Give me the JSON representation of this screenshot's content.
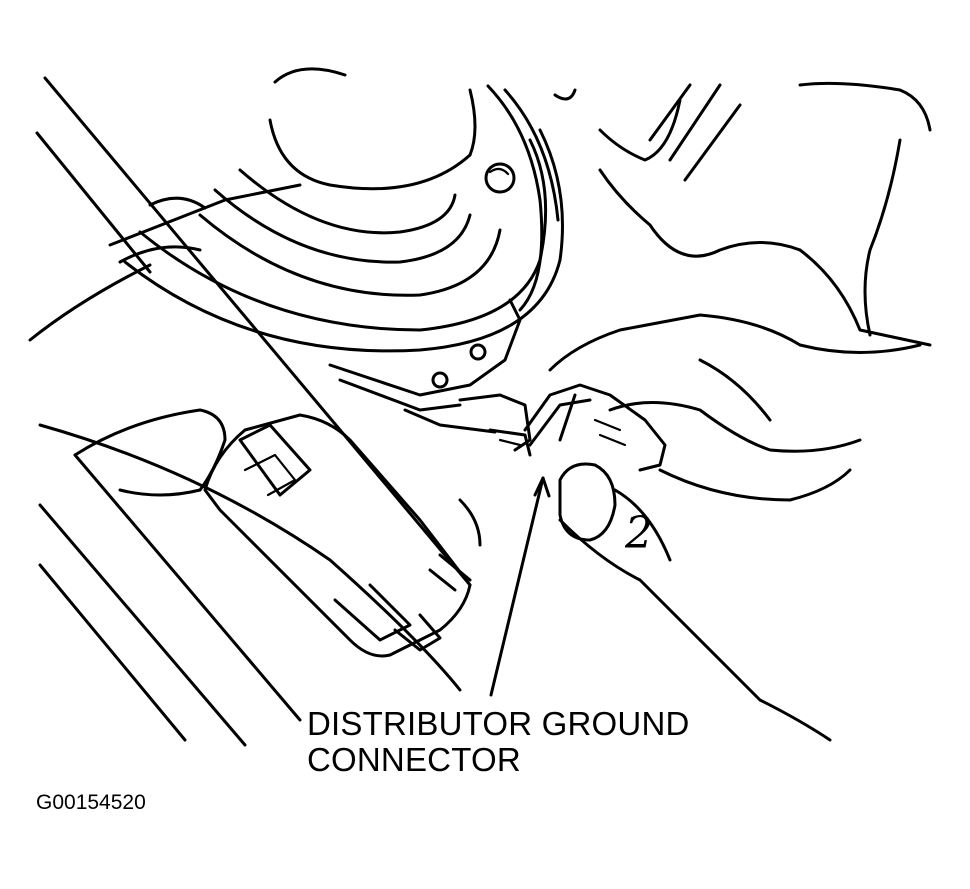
{
  "callout": {
    "line1": "DISTRIBUTOR GROUND",
    "line2": "CONNECTOR"
  },
  "figure_id": "G00154520",
  "hand_mark": "2",
  "colors": {
    "ink": "#000000",
    "paper": "#ffffff"
  },
  "icons": [
    "distributor-housing-drawing",
    "connector-plug-drawing",
    "hand-drawing",
    "leader-arrow"
  ]
}
